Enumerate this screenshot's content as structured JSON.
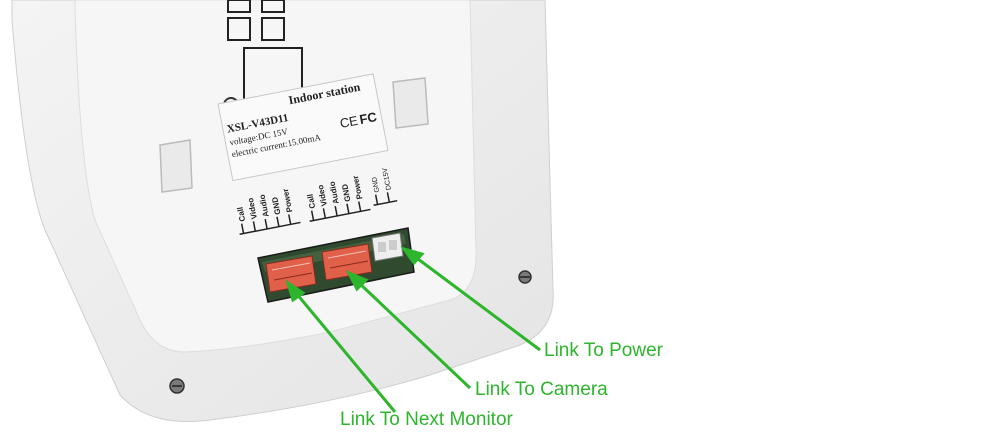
{
  "label": {
    "model": "XSL-V43D11",
    "title": "Indoor station",
    "voltage": "voltage:DC 15V",
    "current": "electric current:15.00mA",
    "cert_ce": "CE",
    "cert_fcc": "FC"
  },
  "terminals": {
    "group_a": [
      "Call",
      "Video",
      "Audio",
      "GND",
      "Power"
    ],
    "group_b": [
      "Call",
      "Video",
      "Audio",
      "GND",
      "Power"
    ],
    "group_c": [
      "GND",
      "DC15V"
    ]
  },
  "callouts": {
    "power": "Link To Power",
    "camera": "Link To Camera",
    "monitor": "Link To Next Monitor"
  },
  "colors": {
    "callout": "#2db52d",
    "connector": "#e0604a",
    "board": "#3d5a3c",
    "housing": "#f1f1f1"
  }
}
